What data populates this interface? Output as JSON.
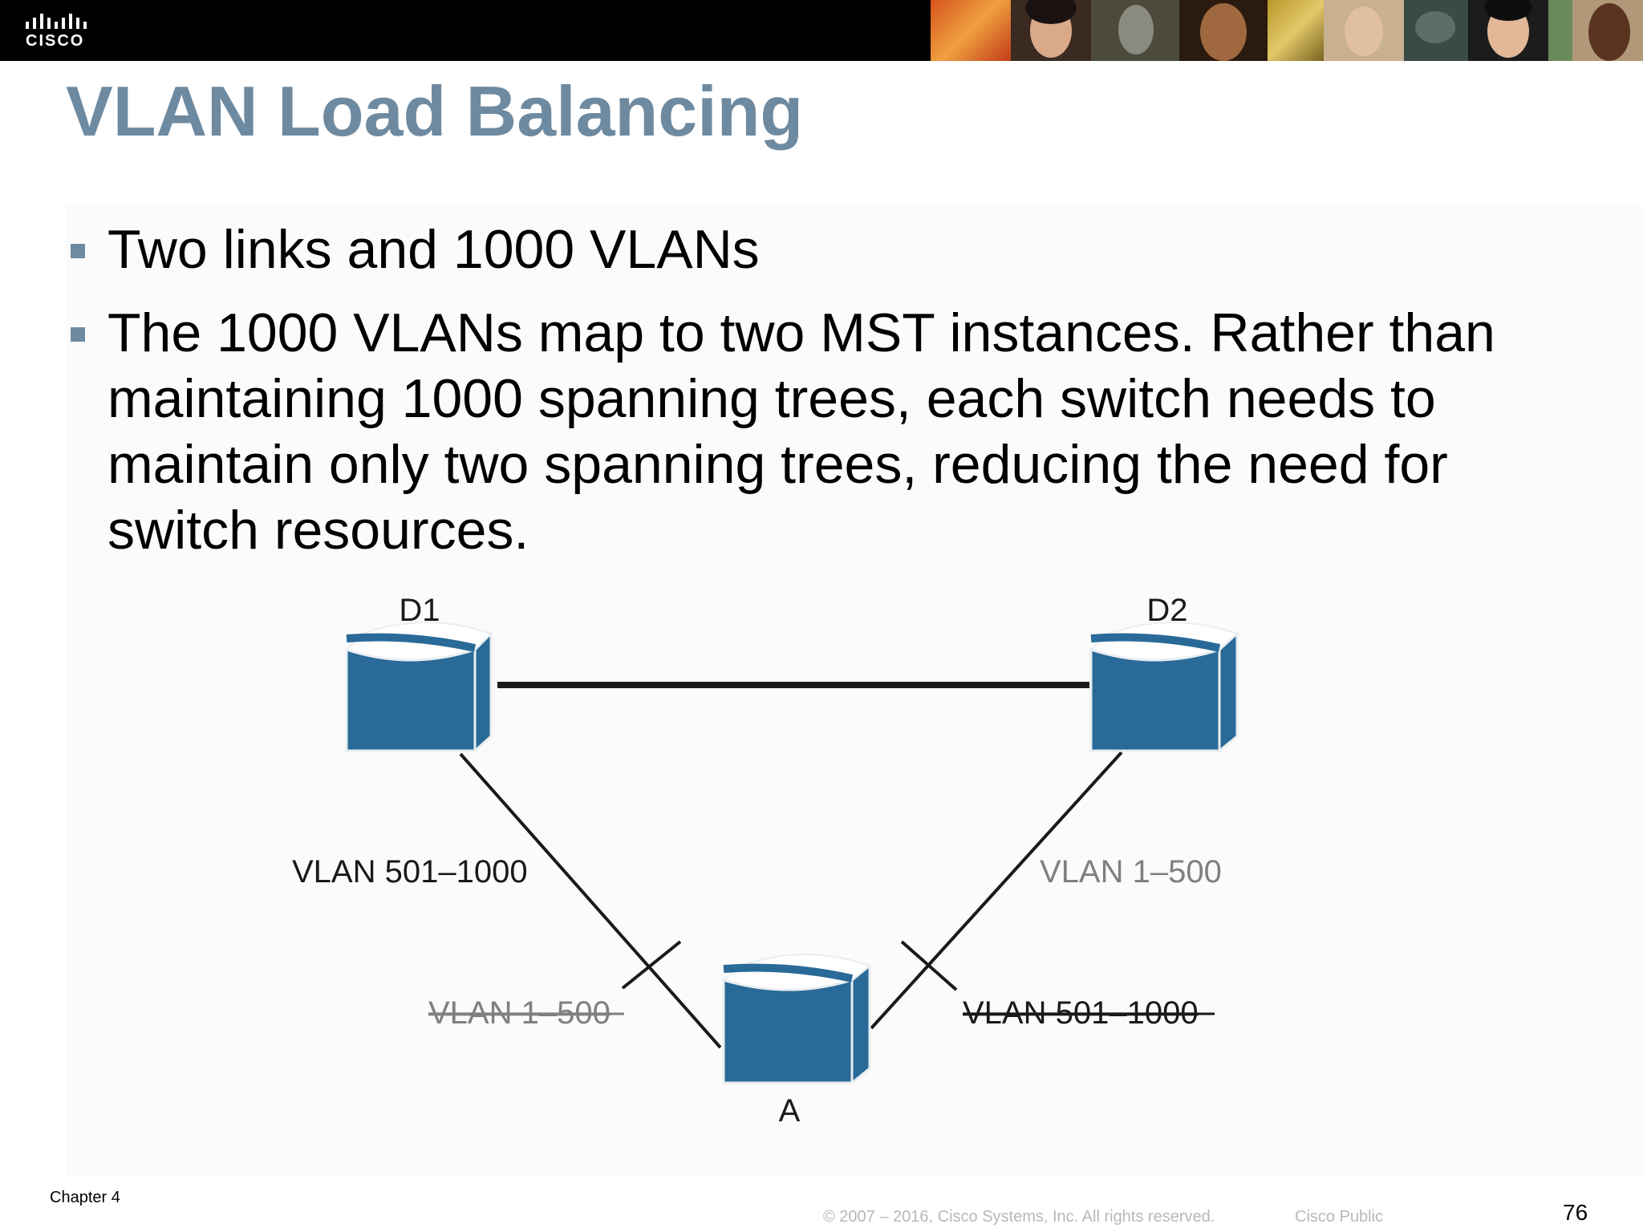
{
  "header": {
    "logo_text": "CISCO",
    "logo_icon": "cisco-bars-logo"
  },
  "slide": {
    "title": "VLAN Load Balancing",
    "bullets": [
      "Two links and 1000 VLANs",
      "The 1000 VLANs map to two MST instances. Rather than maintaining 1000 spanning trees, each switch needs to maintain only two spanning trees, reducing the need for switch resources."
    ]
  },
  "diagram": {
    "switches": {
      "d1": "D1",
      "d2": "D2",
      "a": "A"
    },
    "forwarding": {
      "left": "VLAN 501–1000",
      "right": "VLAN 1–500"
    },
    "blocked": {
      "left": "VLAN 1–500",
      "right": "VLAN 501–1000"
    },
    "colors": {
      "switch_fill": "#2a6a98",
      "switch_edge": "#e8eef2",
      "link": "#1a1a1a",
      "label_dark": "#1a1a1a",
      "label_gray": "#808080"
    }
  },
  "footer": {
    "chapter": "Chapter 4",
    "copyright": "© 2007 – 2016, Cisco Systems, Inc. All rights reserved.",
    "classification": "Cisco Public",
    "page_number": "76"
  }
}
